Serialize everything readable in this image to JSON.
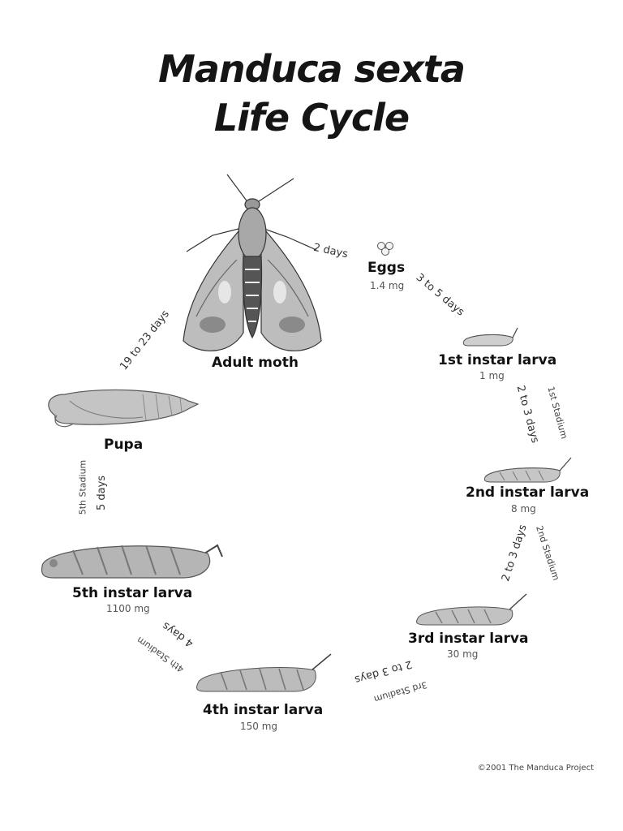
{
  "title": {
    "line1": "Manduca sexta",
    "line2": "Life Cycle"
  },
  "stages": {
    "adult": {
      "label": "Adult moth"
    },
    "eggs": {
      "label": "Eggs",
      "mass": "1.4 mg"
    },
    "instar1": {
      "label": "1st instar larva",
      "mass": "1 mg"
    },
    "instar2": {
      "label": "2nd instar larva",
      "mass": "8 mg"
    },
    "instar3": {
      "label": "3rd instar larva",
      "mass": "30 mg"
    },
    "instar4": {
      "label": "4th instar larva",
      "mass": "150 mg"
    },
    "instar5": {
      "label": "5th instar larva",
      "mass": "1100 mg"
    },
    "pupa": {
      "label": "Pupa"
    }
  },
  "transitions": {
    "adult_to_eggs": "2 days",
    "eggs_to_instar1": "3 to 5 days",
    "instar1_to_instar2": {
      "duration": "2 to 3 days",
      "stadium": "1st Stadium"
    },
    "instar2_to_instar3": {
      "duration": "2 to 3 days",
      "stadium": "2nd Stadium"
    },
    "instar3_to_instar4": {
      "duration": "2 to 3 days",
      "stadium": "3rd Stadium"
    },
    "instar4_to_instar5": {
      "duration": "4 days",
      "stadium": "4th Stadium"
    },
    "instar5_to_pupa": {
      "duration": "5 days",
      "stadium": "5th Stadium"
    },
    "pupa_to_adult": "19 to 23 days"
  },
  "copyright": "©2001 The Manduca Project"
}
